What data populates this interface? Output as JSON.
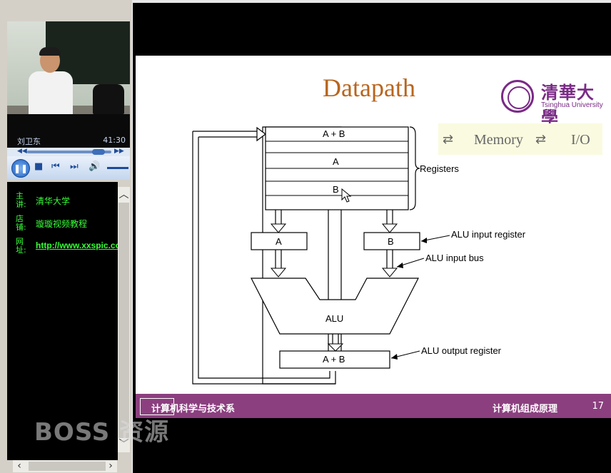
{
  "player": {
    "lecturer_name": "刘卫东",
    "elapsed_time": "41:30",
    "progress_fraction": 0.85
  },
  "info_panel": {
    "rows": [
      {
        "label": "主讲:",
        "value": "清华大学"
      },
      {
        "label": "店铺:",
        "value": "璇璇视频教程"
      },
      {
        "label": "网址:",
        "value": "http://www.xxspic.com"
      }
    ]
  },
  "slide": {
    "title": "Datapath",
    "logo_cn": "清華大學",
    "logo_en": "Tsinghua University",
    "memory_io": {
      "memory": "Memory",
      "io": "I/O"
    },
    "diagram": {
      "register_rows": [
        "A + B",
        "",
        "A",
        "",
        "B",
        ""
      ],
      "registers_label": "Registers",
      "alu_input_a": "A",
      "alu_input_b": "B",
      "alu_label": "ALU",
      "alu_output": "A + B",
      "alu_input_register_label": "ALU input register",
      "alu_input_bus_label": "ALU input bus",
      "alu_output_register_label": "ALU output register"
    },
    "footer": {
      "department": "计算机科学与技术系",
      "course": "计算机组成原理",
      "page_number": "17"
    }
  },
  "watermark": "BOSS 资源",
  "colors": {
    "title": "#b8651e",
    "footer_bg": "#8b3f7f",
    "info_text": "#39ff39",
    "tsinghua_purple": "#7a2a86"
  }
}
